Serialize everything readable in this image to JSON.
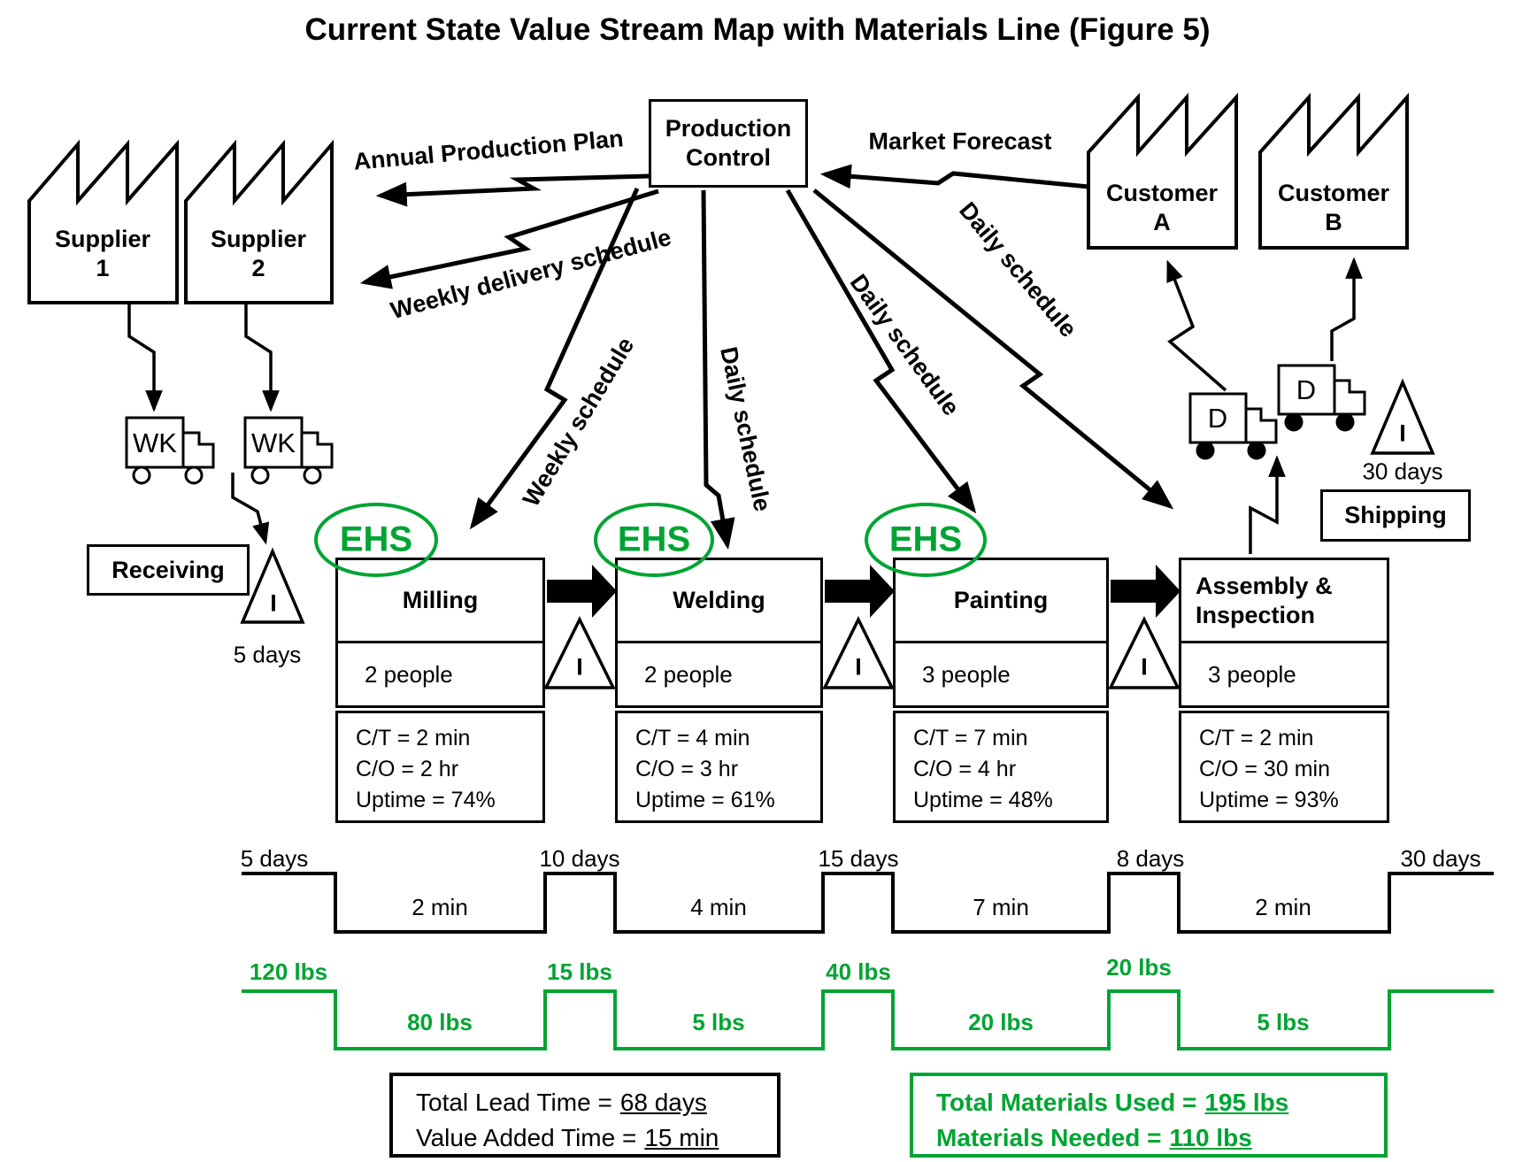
{
  "title": "Current State Value Stream Map with Materials Line (Figure 5)",
  "colors": {
    "green": "#00A433",
    "black": "#000000"
  },
  "suppliers": [
    {
      "line1": "Supplier",
      "line2": "1"
    },
    {
      "line1": "Supplier",
      "line2": "2"
    }
  ],
  "customers": [
    {
      "line1": "Customer",
      "line2": "A"
    },
    {
      "line1": "Customer",
      "line2": "B"
    }
  ],
  "production_control": {
    "line1": "Production",
    "line2": "Control"
  },
  "info_flows": {
    "annual_production_plan": "Annual Production Plan",
    "market_forecast": "Market Forecast",
    "weekly_delivery_schedule": "Weekly delivery schedule",
    "weekly_schedule": "Weekly schedule",
    "daily_schedule": "Daily schedule"
  },
  "logistics": {
    "receiving": "Receiving",
    "shipping": "Shipping",
    "weekly_truck": "WK",
    "daily_truck": "D",
    "inventory": "I",
    "receiving_days": "5 days",
    "shipping_days": "30 days"
  },
  "ehs": "EHS",
  "processes": [
    {
      "title": "Milling",
      "people": "2 people",
      "ct": "C/T = 2 min",
      "co": "C/O = 2 hr",
      "uptime": "Uptime = 74%"
    },
    {
      "title": "Welding",
      "people": "2 people",
      "ct": "C/T = 4 min",
      "co": "C/O = 3 hr",
      "uptime": "Uptime = 61%"
    },
    {
      "title": "Painting",
      "people": "3 people",
      "ct": "C/T = 7 min",
      "co": "C/O = 4 hr",
      "uptime": "Uptime = 48%"
    },
    {
      "title": "Assembly &",
      "title2": "Inspection",
      "people": "3 people",
      "ct": "C/T = 2 min",
      "co": "C/O = 30 min",
      "uptime": "Uptime = 93%"
    }
  ],
  "lead_time_ladder": {
    "wait": [
      "5 days",
      "10 days",
      "15 days",
      "8 days",
      "30 days"
    ],
    "process": [
      "2 min",
      "4 min",
      "7 min",
      "2 min"
    ]
  },
  "materials_ladder": {
    "high": [
      "120 lbs",
      "15 lbs",
      "40 lbs",
      "20 lbs"
    ],
    "low": [
      "80 lbs",
      "5 lbs",
      "20 lbs",
      "5 lbs"
    ]
  },
  "totals": {
    "lead_time_label": "Total Lead Time =",
    "lead_time_value": "68 days",
    "value_added_label": "Value Added Time =",
    "value_added_value": "15 min",
    "materials_used_label": "Total Materials Used =",
    "materials_used_value": "195 lbs",
    "materials_needed_label": "Materials Needed =",
    "materials_needed_value": "110 lbs"
  }
}
